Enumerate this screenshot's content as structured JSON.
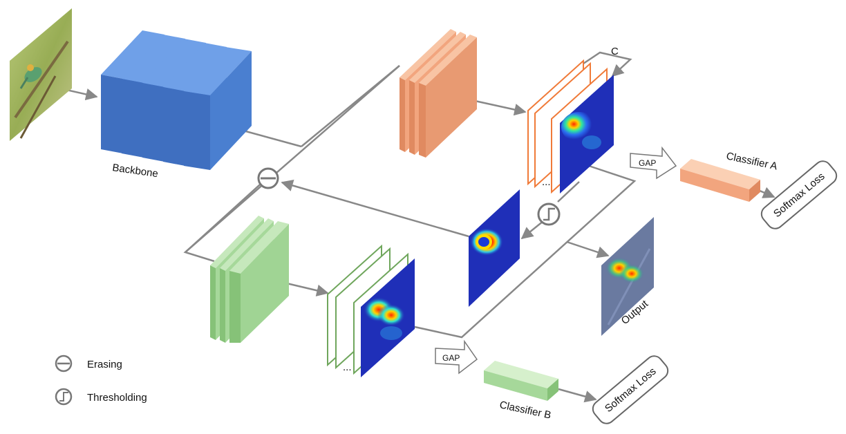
{
  "labels": {
    "backbone": "Backbone",
    "classifier_a": "Classifier A",
    "classifier_b": "Classifier B",
    "output": "Output",
    "channels": "C",
    "gap_a": "GAP",
    "gap_b": "GAP",
    "softmax_a": "Softmax Loss",
    "softmax_b": "Softmax Loss",
    "ellipsis_a": "...",
    "ellipsis_b": "..."
  },
  "legend": {
    "erasing": "Erasing",
    "thresholding": "Thresholding"
  },
  "colors": {
    "backbone_blue": "#4a7fd0",
    "branch_a_orange": "#f2a57e",
    "branch_b_green": "#a6d89a",
    "frame_orange": "#f07a38",
    "frame_green": "#6fa65c",
    "connector_gray": "#888888",
    "heatmap_base": "#1f2fb8"
  },
  "icons": {
    "erase": "erase-minus-icon",
    "threshold": "threshold-step-icon",
    "gap": "gap-arrow-icon"
  }
}
